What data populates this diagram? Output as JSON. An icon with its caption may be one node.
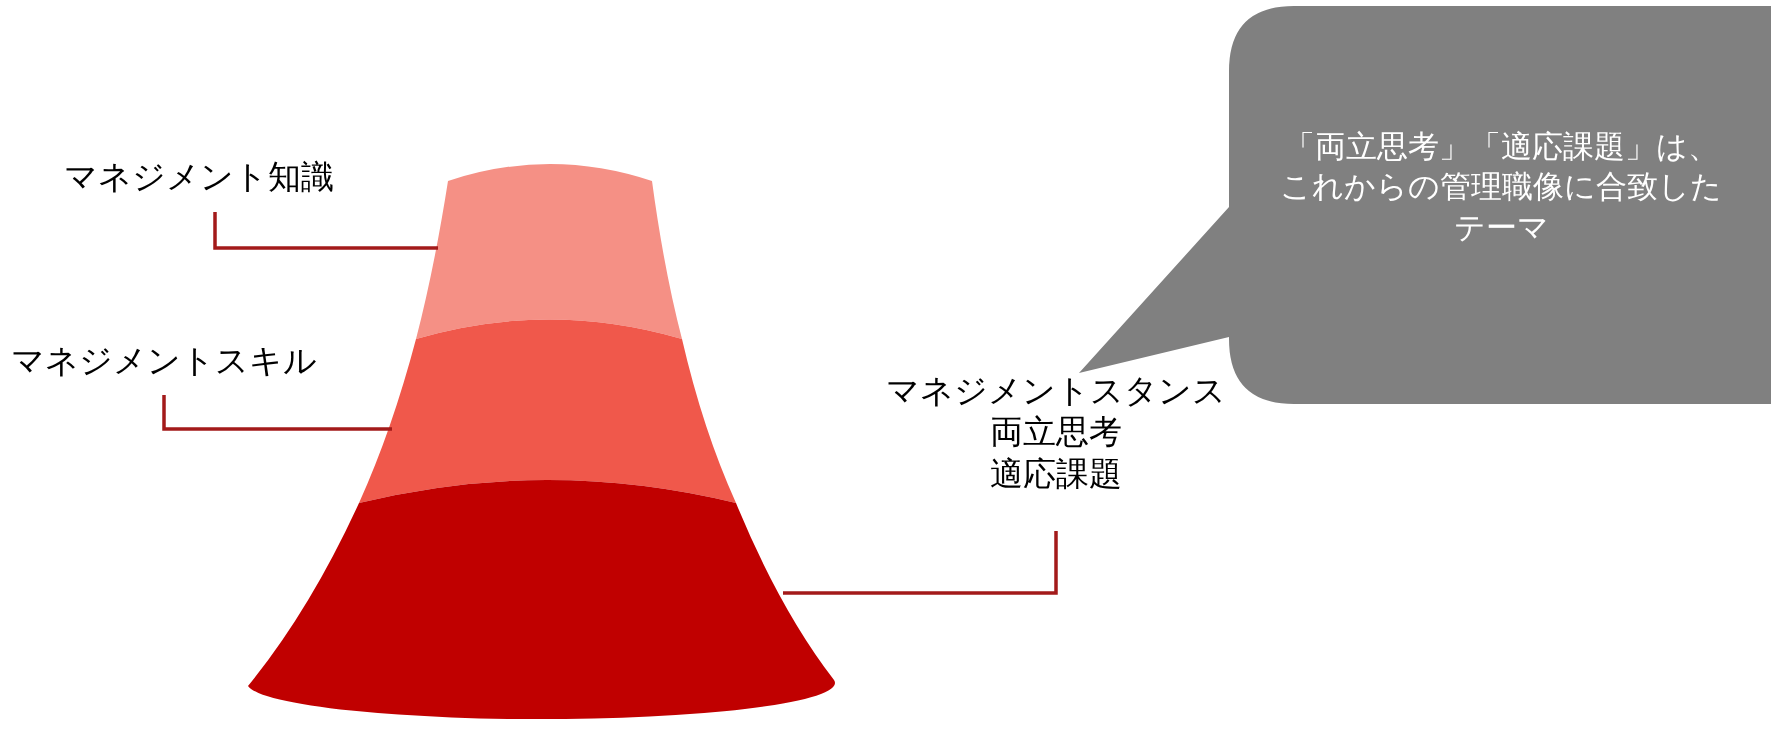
{
  "diagram": {
    "nodes": [
      {
        "text": [
          "マネジメント知識"
        ]
      },
      {
        "text": [
          "マネジメントスキル"
        ]
      },
      {
        "text": [
          "マネジメントスタンス",
          "両立思考",
          "適応課題"
        ]
      },
      {
        "text": [
          "「両立思考」「適応課題」は、これからの管理職像に合致したテーマ"
        ]
      },
      {
        "text": [],
        "shape": "band"
      },
      {
        "text": [],
        "shape": "band"
      },
      {
        "text": [],
        "shape": "band"
      }
    ],
    "edges": [
      {
        "from": 0,
        "to": 4,
        "arrow": "none"
      },
      {
        "from": 1,
        "to": 5,
        "arrow": "none"
      },
      {
        "from": 2,
        "to": 6,
        "arrow": "none"
      }
    ]
  }
}
